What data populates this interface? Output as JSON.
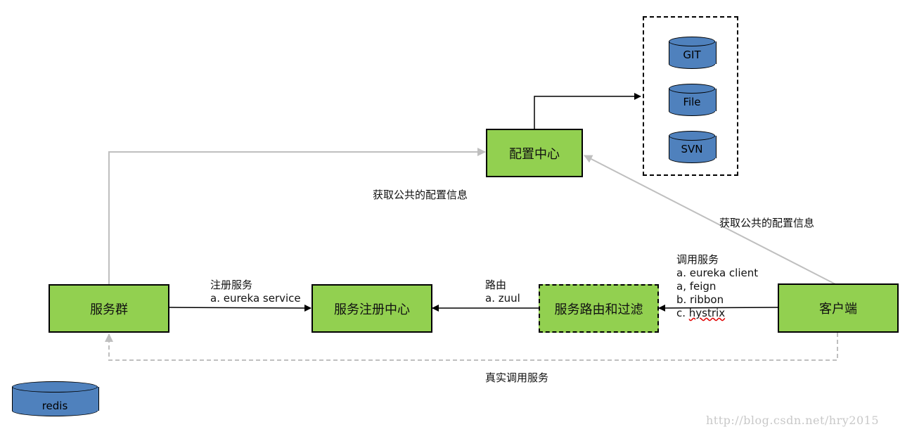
{
  "nodes": {
    "config_center": "配置中心",
    "service_group": "服务群",
    "registry_center": "服务注册中心",
    "router_filter": "服务路由和过滤",
    "client": "客户端"
  },
  "stores": {
    "git": "GIT",
    "file": "File",
    "svn": "SVN",
    "redis": "redis"
  },
  "labels": {
    "get_config_left": "获取公共的配置信息",
    "get_config_right": "获取公共的配置信息",
    "register_title": "注册服务",
    "register_detail": "a. eureka service",
    "route_title": "路由",
    "route_detail": "a. zuul",
    "call_title": "调用服务",
    "call_a": "a. eureka client",
    "call_feign": "a, feign",
    "call_b": "b. ribbon",
    "call_c_prefix": "c. ",
    "call_c_word": "hystrix",
    "real_call": "真实调用服务"
  },
  "watermark": "http://blog.csdn.net/hry2015"
}
